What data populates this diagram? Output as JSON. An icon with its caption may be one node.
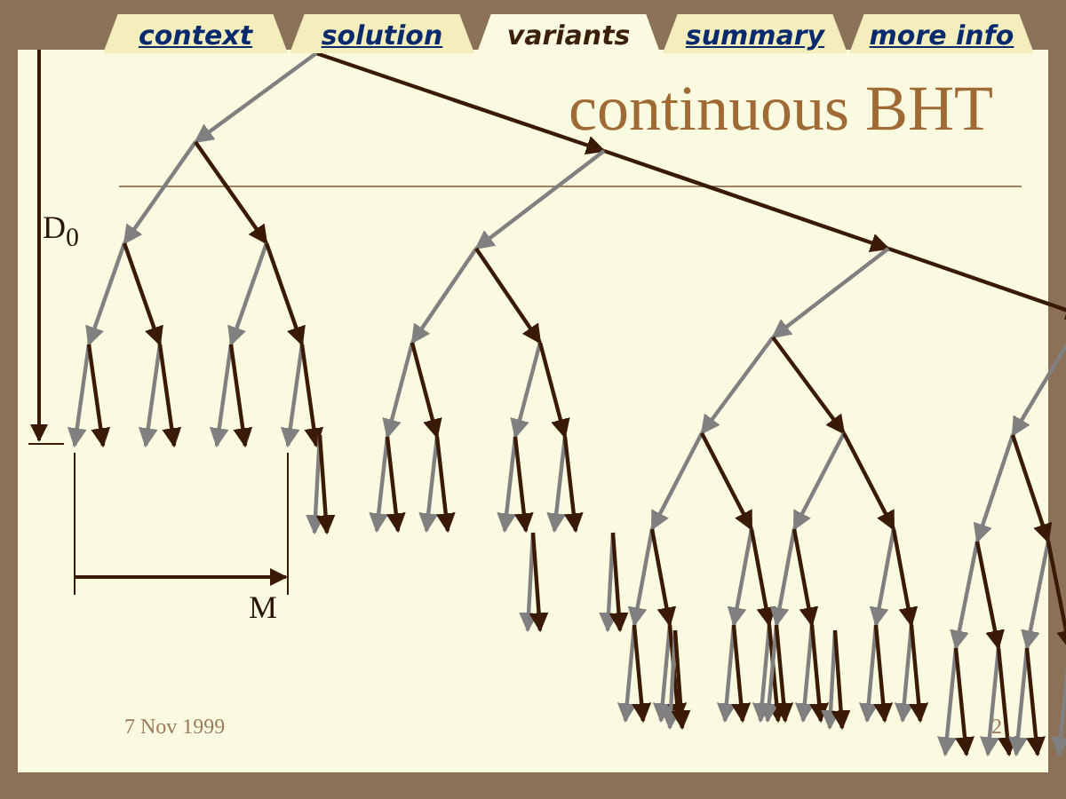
{
  "diagram": {
    "title": "continuous BHT",
    "labels": [
      "context",
      "solution",
      "variants",
      "summary",
      "more info",
      "D$_{0}$",
      "M",
      "7 Nov 1999",
      "2"
    ]
  }
}
